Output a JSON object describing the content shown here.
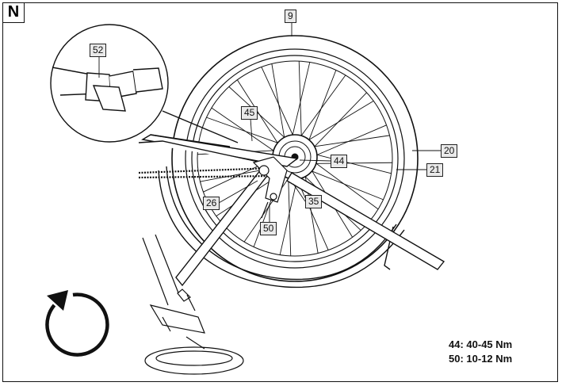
{
  "panel": {
    "letter": "N"
  },
  "callouts": {
    "c9": "9",
    "c52": "52",
    "c45": "45",
    "c44": "44",
    "c20": "20",
    "c21": "21",
    "c26": "26",
    "c35": "35",
    "c50": "50"
  },
  "torque": {
    "line1": "44: 40-45 Nm",
    "line2": "50: 10-12 Nm"
  },
  "icons": {
    "rotation": "counterclockwise-arrow-icon"
  },
  "colors": {
    "line": "#111111",
    "label_bg": "#e9e9e9"
  }
}
